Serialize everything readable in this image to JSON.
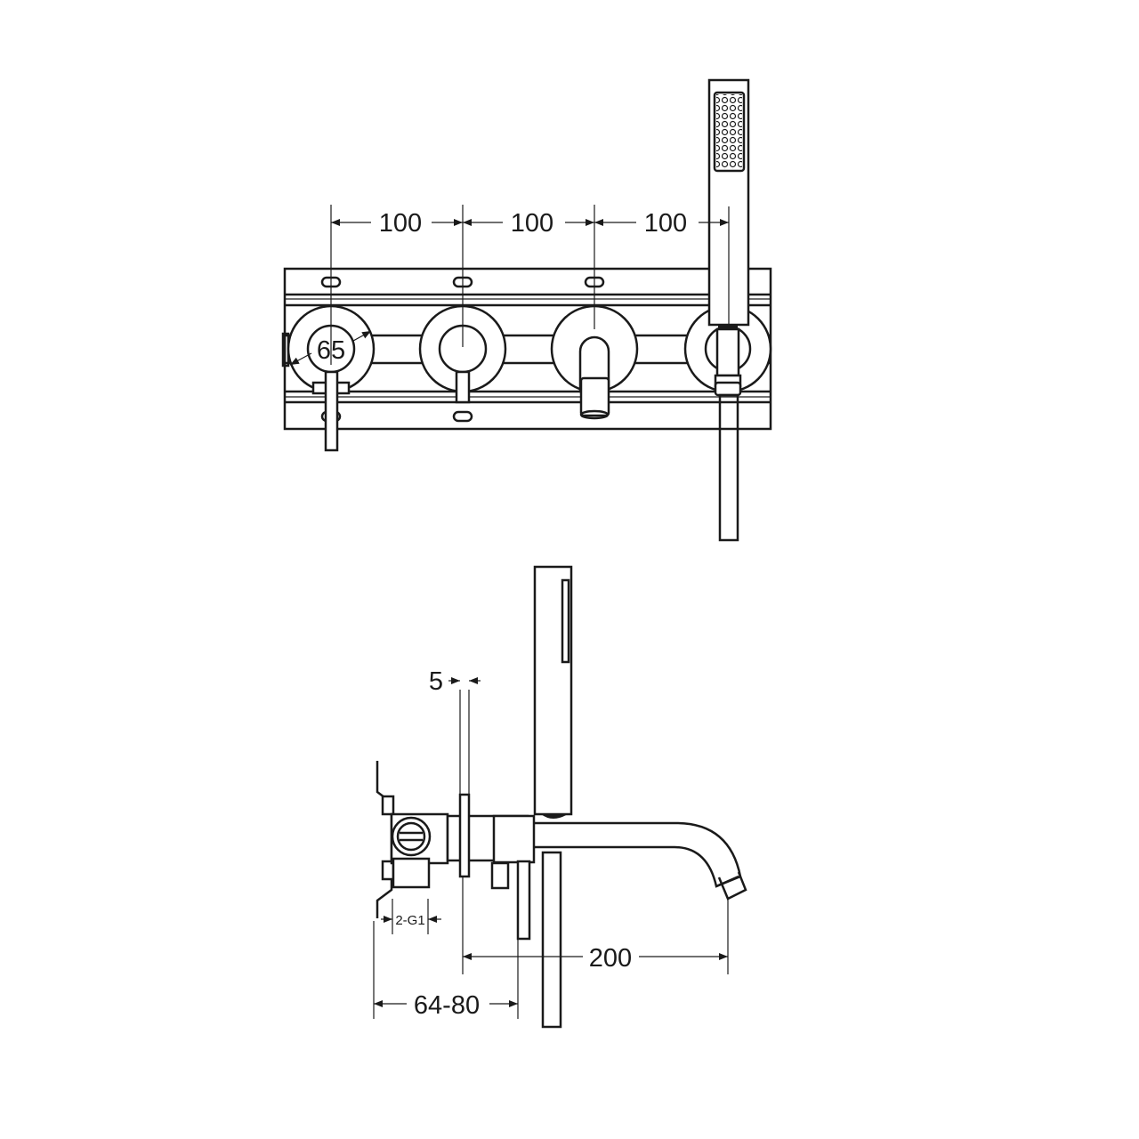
{
  "front_view": {
    "spacing_labels": [
      "100",
      "100",
      "100"
    ],
    "diameter_label": "65"
  },
  "side_view": {
    "plate_thickness_label": "5",
    "connection_label": "2-G1",
    "spout_projection_label": "200",
    "wall_depth_label": "64-80"
  }
}
